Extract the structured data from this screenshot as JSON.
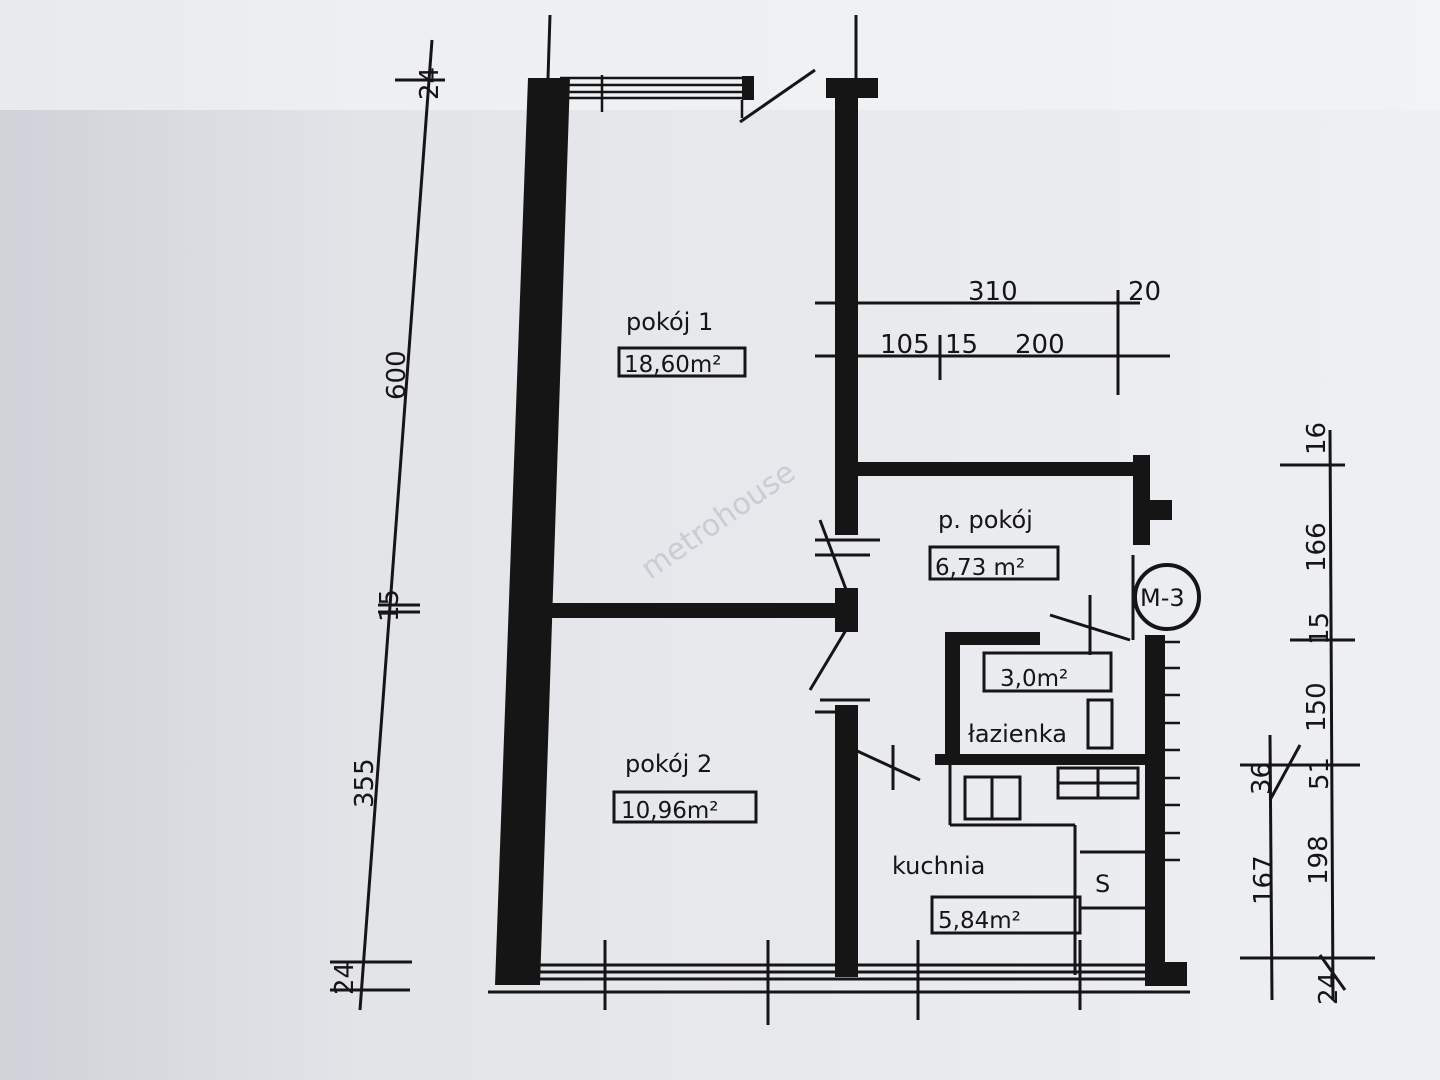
{
  "plan": {
    "rooms": [
      {
        "name": "pokój 1",
        "area": "18,60m²"
      },
      {
        "name": "pokój 2",
        "area": "10,96m²"
      },
      {
        "name": "p. pokój",
        "area": "6,73 m²"
      },
      {
        "name": "łazienka",
        "area": "3,0m²"
      },
      {
        "name": "kuchnia",
        "area": "5,84m²"
      }
    ],
    "marker": "M-3",
    "stove_symbol": "S",
    "dimensions": {
      "left": [
        "24",
        "600",
        "15",
        "355",
        "24"
      ],
      "top": [
        "310",
        "20",
        "105",
        "15",
        "200"
      ],
      "right_outer": [
        "16",
        "166",
        "15",
        "150",
        "51",
        "198",
        "24"
      ],
      "right_inner": [
        "36",
        "167"
      ]
    }
  },
  "watermark": "metrohouse",
  "colors": {
    "ink": "#151515",
    "paper": "#eef0f3"
  }
}
